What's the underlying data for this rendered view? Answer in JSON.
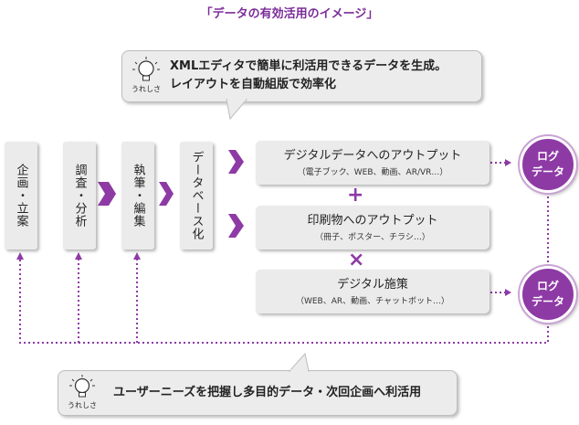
{
  "title": "「データの有効活用のイメージ」",
  "bubble_top": {
    "line1": "XMLエディタで簡単に利活用できるデータを生成。",
    "line2": "レイアウトを自動組版で効率化",
    "badge": "うれしさ"
  },
  "bubble_bottom": {
    "text": "ユーザーニーズを把握し多目的データ・次回企画へ利活用",
    "badge": "うれしさ"
  },
  "steps": [
    "企画・立案",
    "調査・分析",
    "執筆・編集",
    "データベース化"
  ],
  "outputs": [
    {
      "main": "デジタルデータへのアウトプット",
      "sub": "（電子ブック、WEB、動画、AR/VR…）"
    },
    {
      "main": "印刷物へのアウトプット",
      "sub": "（冊子、ポスター、チラシ…）"
    },
    {
      "main": "デジタル施策",
      "sub": "（WEB、AR、動画、チャットボット…）"
    }
  ],
  "operators": [
    "+",
    "×"
  ],
  "log_data": {
    "line1": "ログ",
    "line2": "データ"
  },
  "colors": {
    "accent": "#8e3aa5",
    "box": "#ebebeb"
  }
}
